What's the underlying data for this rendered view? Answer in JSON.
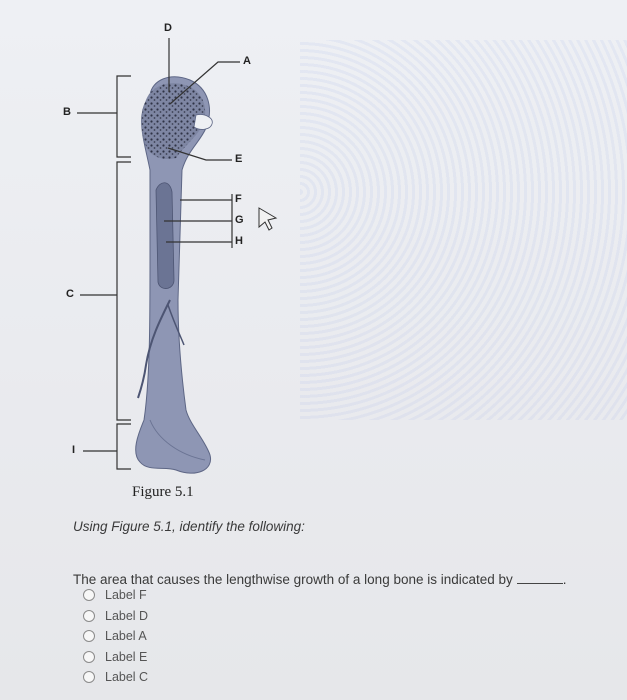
{
  "figure": {
    "labels": {
      "a": "A",
      "b": "B",
      "c": "C",
      "d": "D",
      "e": "E",
      "f": "F",
      "g": "G",
      "h": "H",
      "i": "I"
    },
    "caption": "Figure 5.1"
  },
  "instruction": "Using Figure 5.1, identify the following:",
  "question": {
    "text": "The area that causes the lengthwise growth of a long bone is indicated by",
    "end_mark": "."
  },
  "options": [
    {
      "label": "Label F"
    },
    {
      "label": "Label D"
    },
    {
      "label": "Label A"
    },
    {
      "label": "Label E"
    },
    {
      "label": "Label C"
    }
  ],
  "colors": {
    "bone": "#8e96b4",
    "bone_dark": "#5d6685",
    "spongy": "#3b3f52",
    "text": "#3a3a3a"
  },
  "icons": [
    "cursor-arrow-icon",
    "radio-unchecked-icon"
  ]
}
